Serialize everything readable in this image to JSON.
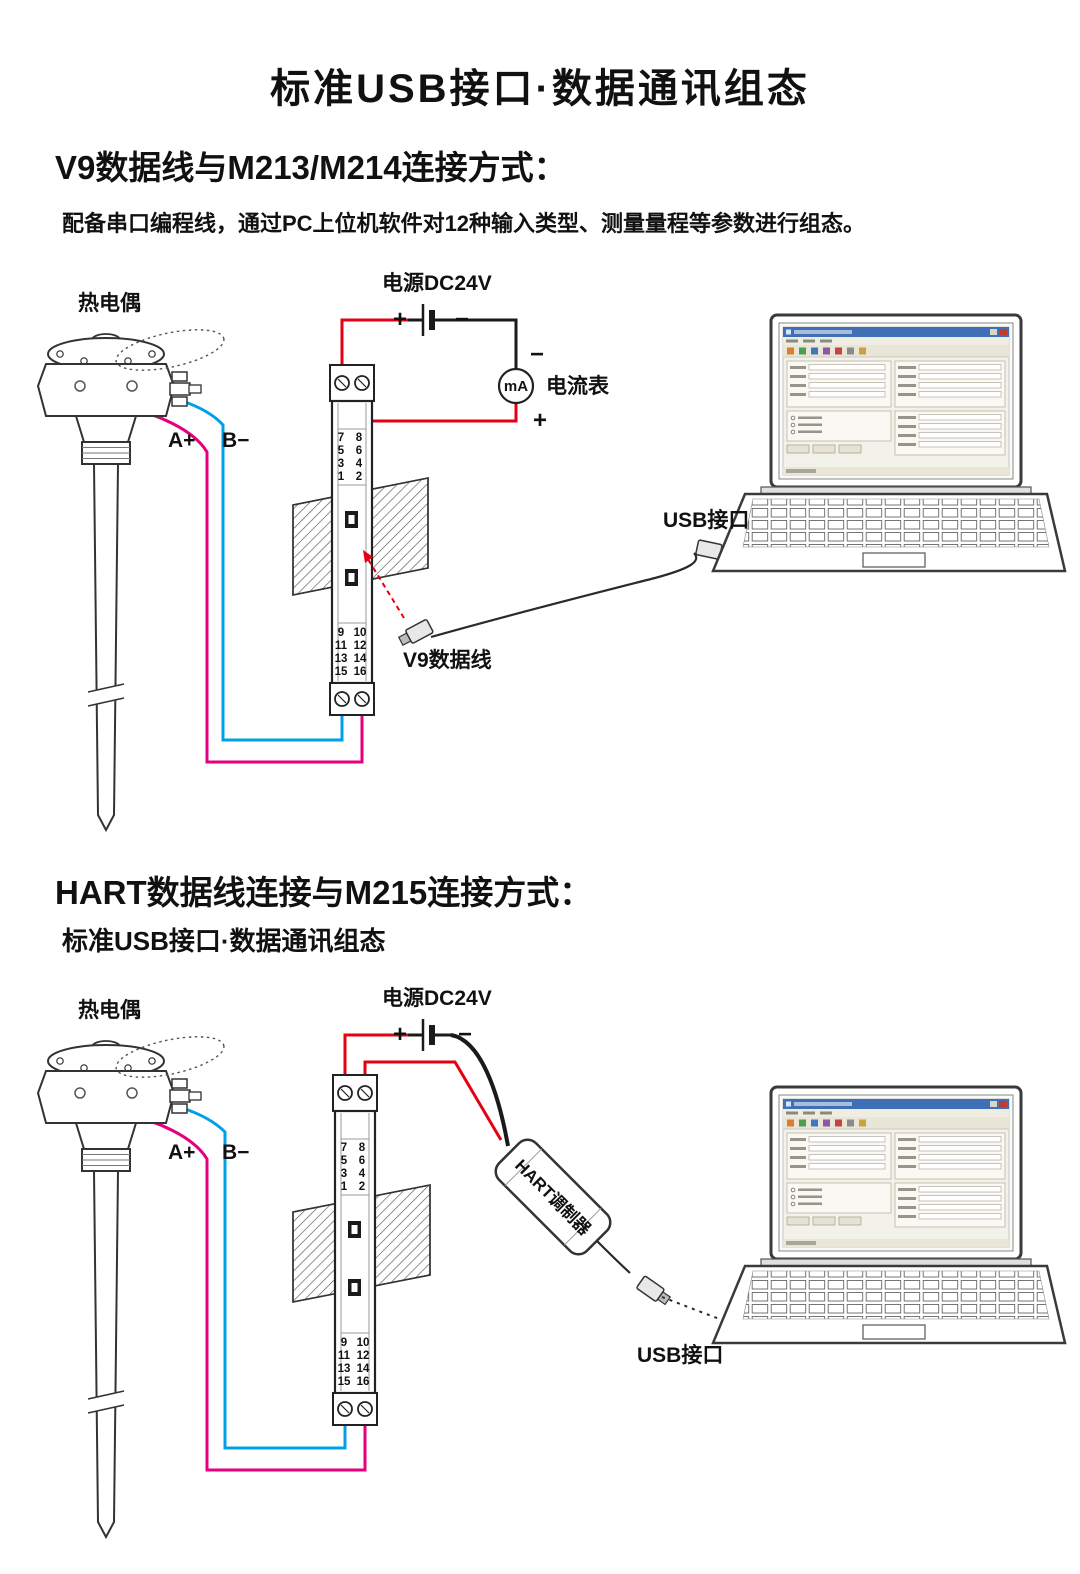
{
  "title": "标准USB接口·数据通讯组态",
  "colors": {
    "wire_red": "#e60012",
    "wire_blue": "#00a0e9",
    "wire_magenta": "#e4007f",
    "wire_black": "#1a1a1a"
  },
  "section1": {
    "heading": "V9数据线与M213/M214连接方式：",
    "description": "配备串口编程线，通过PC上位机软件对12种输入类型、测量量程等参数进行组态。",
    "labels": {
      "thermocouple": "热电偶",
      "power": "电源DC24V",
      "power_plus": "+",
      "power_minus": "−",
      "ammeter_symbol": "mA",
      "ammeter_name": "电流表",
      "meter_minus": "−",
      "meter_plus": "+",
      "wire_a": "A+",
      "wire_b": "B−",
      "usb": "USB接口",
      "cable": "V9数据线"
    },
    "terminals": {
      "top_left": [
        "7",
        "5",
        "3",
        "1"
      ],
      "top_right": [
        "8",
        "6",
        "4",
        "2"
      ],
      "bottom_left": [
        "9",
        "11",
        "13",
        "15"
      ],
      "bottom_right": [
        "10",
        "12",
        "14",
        "16"
      ]
    }
  },
  "section2": {
    "heading": "HART数据线连接与M215连接方式：",
    "subtitle": "标准USB接口·数据通讯组态",
    "labels": {
      "thermocouple": "热电偶",
      "power": "电源DC24V",
      "power_plus": "+",
      "power_minus": "−",
      "wire_a": "A+",
      "wire_b": "B−",
      "usb": "USB接口",
      "modulator": "HART调制器"
    },
    "terminals": {
      "top_left": [
        "7",
        "5",
        "3",
        "1"
      ],
      "top_right": [
        "8",
        "6",
        "4",
        "2"
      ],
      "bottom_left": [
        "9",
        "11",
        "13",
        "15"
      ],
      "bottom_right": [
        "10",
        "12",
        "14",
        "16"
      ]
    }
  }
}
